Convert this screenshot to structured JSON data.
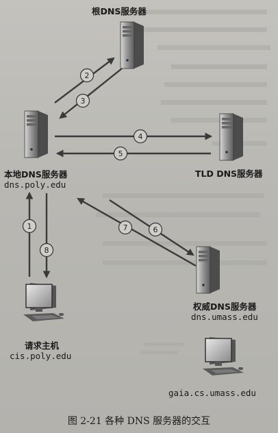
{
  "nodes": {
    "root": {
      "label": "根DNS服务器"
    },
    "local": {
      "label": "本地DNS服务器",
      "host": "dns.poly.edu"
    },
    "tld": {
      "label": "TLD DNS服务器"
    },
    "authoritative": {
      "label": "权威DNS服务器",
      "host": "dns.umass.edu"
    },
    "requesting_host": {
      "label": "请求主机",
      "host": "cis.poly.edu"
    },
    "target_host": {
      "host": "gaia.cs.umass.edu"
    }
  },
  "steps": [
    "1",
    "2",
    "3",
    "4",
    "5",
    "6",
    "7",
    "8"
  ],
  "caption": "图 2-21    各种 DNS 服务器的交互",
  "colors": {
    "arrow": "#3a3a3a",
    "server": "#6c6c6c",
    "background": "#bebdb8"
  },
  "icons": [
    "server-icon",
    "computer-icon"
  ]
}
